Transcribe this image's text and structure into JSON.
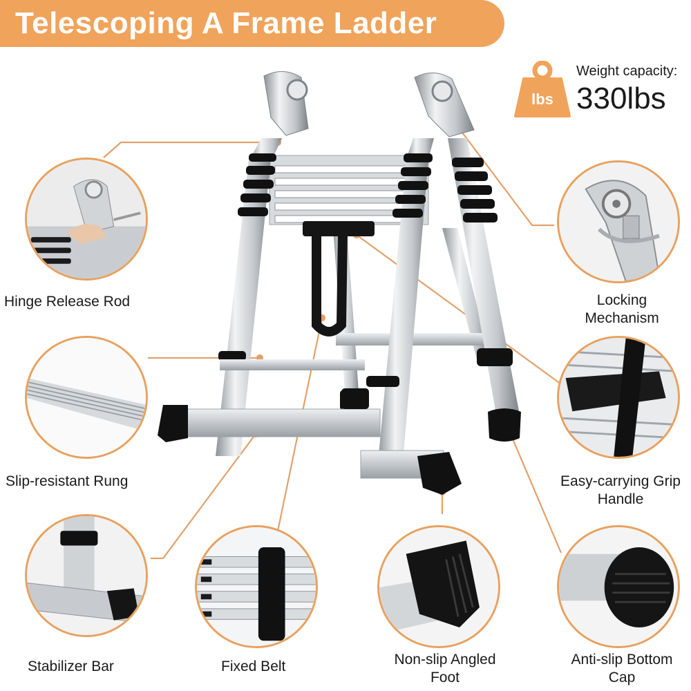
{
  "banner": {
    "title": "Telescoping A Frame Ladder"
  },
  "capacity": {
    "icon_text": "lbs",
    "label": "Weight capacity:",
    "value": "330lbs"
  },
  "features": {
    "hinge_release_rod": "Hinge Release Rod",
    "locking_mechanism": "Locking Mechanism",
    "slip_resistant_rung": "Slip-resistant Rung",
    "easy_carrying_grip_handle": "Easy-carrying Grip Handle",
    "stabilizer_bar": "Stabilizer Bar",
    "fixed_belt": "Fixed Belt",
    "non_slip_angled_foot": "Non-slip Angled Foot",
    "anti_slip_bottom_cap": "Anti-slip Bottom Cap"
  },
  "colors": {
    "accent": "#f0a35a",
    "line": "#e3a06a",
    "metal": "#c9cdd1",
    "rubber": "#111111"
  },
  "icons": {
    "weight": "weight-icon"
  }
}
